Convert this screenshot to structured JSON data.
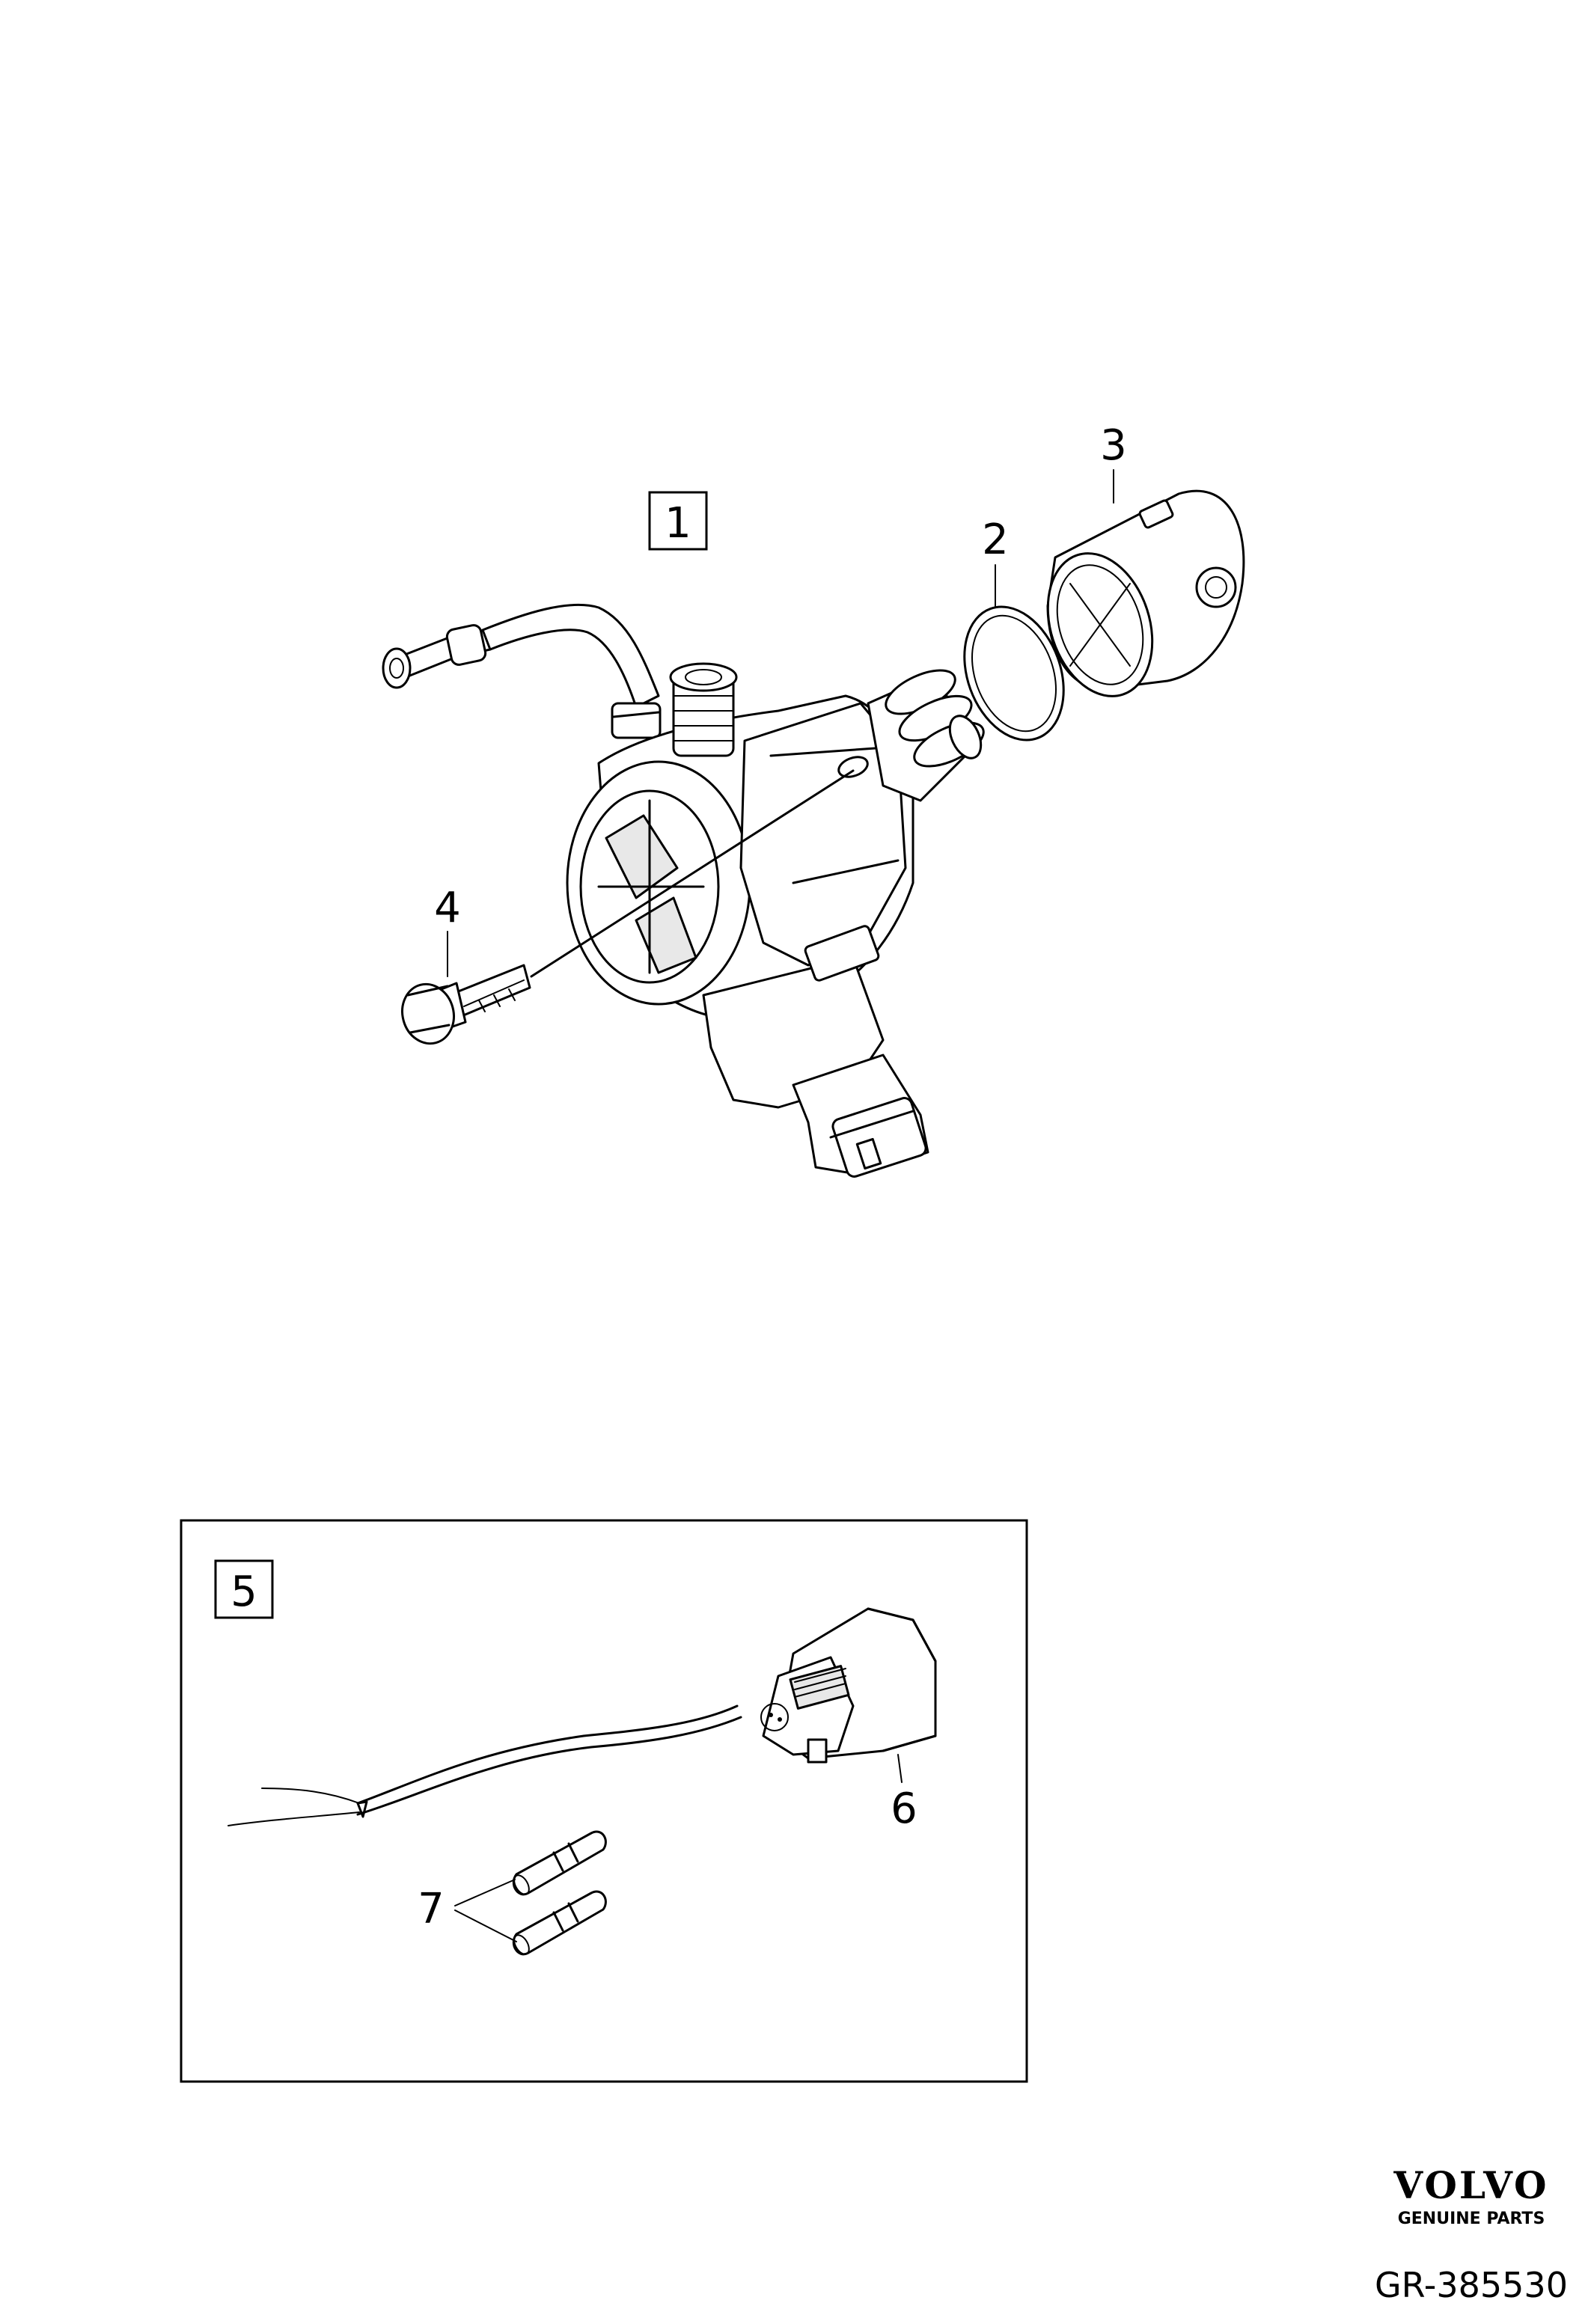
{
  "diagram": {
    "group_label_main": "1",
    "group_label_wiring": "5",
    "callouts": {
      "o_ring": "2",
      "sleeve": "3",
      "bolt": "4",
      "connector": "6",
      "butt_connectors": "7"
    }
  },
  "brand": {
    "logo_text": "VOLVO",
    "tagline": "GENUINE PARTS",
    "reference": "GR-385530"
  }
}
